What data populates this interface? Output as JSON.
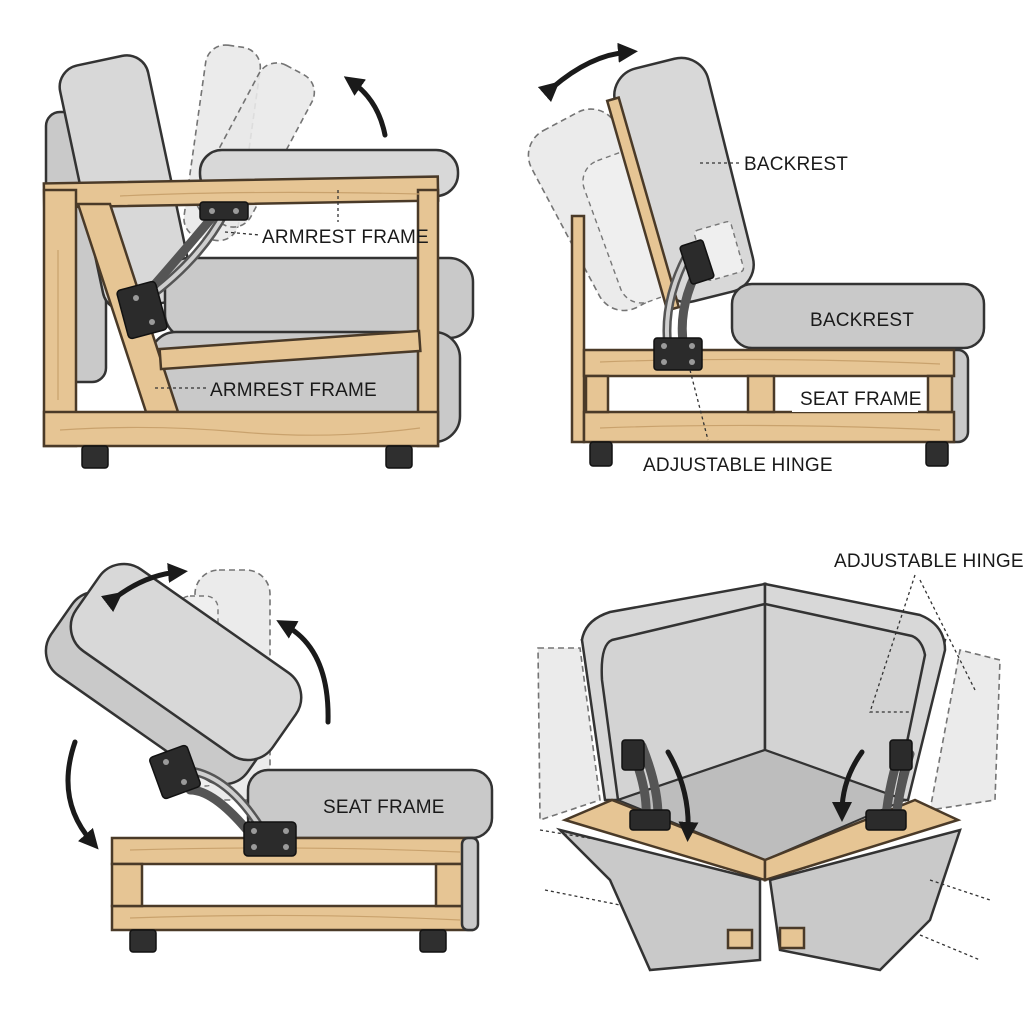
{
  "labels": {
    "panel1_armrest_upper": "ARMREST FRAME",
    "panel1_armrest_lower": "ARMREST FRAME",
    "panel2_backrest_upper": "BACKREST",
    "panel2_backrest_lower": "BACKREST",
    "panel2_seat_frame": "SEAT FRAME",
    "panel2_adjustable_hinge": "ADJUSTABLE HINGE",
    "panel3_seat_frame": "SEAT FRAME",
    "panel4_adjustable_hinge": "ADJUSTABLE HINGE"
  },
  "colors": {
    "wood": "#e6c594",
    "cushion": "#c9c9c9",
    "hinge": "#2b2b2b",
    "outline": "#333333"
  }
}
